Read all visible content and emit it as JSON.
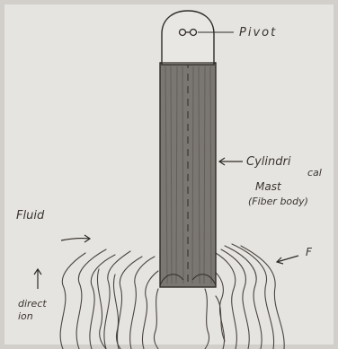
{
  "labels": {
    "pivot": "Pivot",
    "mast_line1": "Cylindri",
    "mast_line1_suffix": "cal",
    "mast_line2": "Mast",
    "mast_line3": "(Fiber body)",
    "fluid": "Fluid",
    "force": "F",
    "direction_line1": "direct",
    "direction_line2": "ion"
  },
  "colors": {
    "paper": "#e6e4e0",
    "pencil": "#3a3530",
    "mast_shade": "#7a7671",
    "mast_shade_dark": "#5f5a55"
  }
}
